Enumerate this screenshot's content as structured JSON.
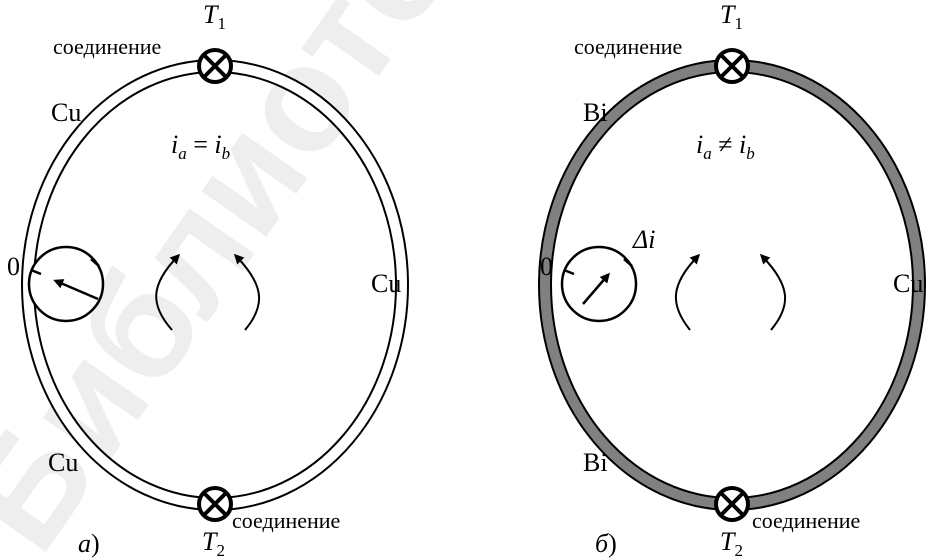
{
  "watermark": "Библиотека",
  "panel_a": {
    "letter": "a",
    "paren": ")",
    "junction_top": "соединение",
    "junction_bottom": "соединение",
    "t1": {
      "base": "T",
      "sub": "1"
    },
    "t2": {
      "base": "T",
      "sub": "2"
    },
    "wire_upper_left": "Cu",
    "wire_lower_left": "Cu",
    "wire_right": "Cu",
    "meter_zero": "0",
    "eq": {
      "i1": "i",
      "sub1": "a",
      "op": " = ",
      "i2": "i",
      "sub2": "b"
    },
    "wire_fill": "#ffffff"
  },
  "panel_b": {
    "letter": "б",
    "paren": ")",
    "junction_top": "соединение",
    "junction_bottom": "соединение",
    "t1": {
      "base": "T",
      "sub": "1"
    },
    "t2": {
      "base": "T",
      "sub": "2"
    },
    "wire_upper_left": "Bi",
    "wire_lower_left": "Bi",
    "wire_right": "Cu",
    "meter_zero": "0",
    "meter_delta": "Δi",
    "eq": {
      "i1": "i",
      "sub1": "a",
      "op": " ≠ ",
      "i2": "i",
      "sub2": "b"
    },
    "wire_fill": "#808080"
  }
}
